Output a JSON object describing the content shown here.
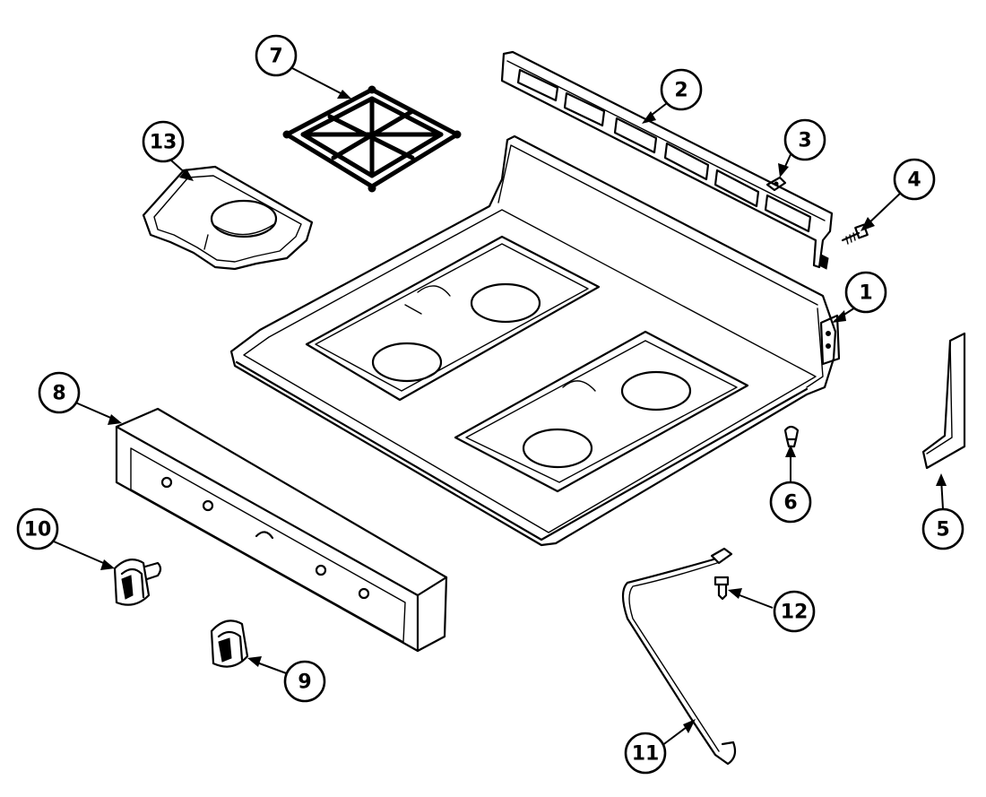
{
  "callouts": [
    {
      "id": "1",
      "label": "1",
      "part": "main-top"
    },
    {
      "id": "2",
      "label": "2",
      "part": "backguard-vent"
    },
    {
      "id": "3",
      "label": "3",
      "part": "clip"
    },
    {
      "id": "4",
      "label": "4",
      "part": "screw"
    },
    {
      "id": "5",
      "label": "5",
      "part": "side-trim"
    },
    {
      "id": "6",
      "label": "6",
      "part": "bumper"
    },
    {
      "id": "7",
      "label": "7",
      "part": "burner-grate"
    },
    {
      "id": "8",
      "label": "8",
      "part": "control-panel"
    },
    {
      "id": "9",
      "label": "9",
      "part": "knob"
    },
    {
      "id": "10",
      "label": "10",
      "part": "knob-with-stem"
    },
    {
      "id": "11",
      "label": "11",
      "part": "ground-wire"
    },
    {
      "id": "12",
      "label": "12",
      "part": "ground-screw"
    },
    {
      "id": "13",
      "label": "13",
      "part": "burner-drip-pan"
    }
  ]
}
